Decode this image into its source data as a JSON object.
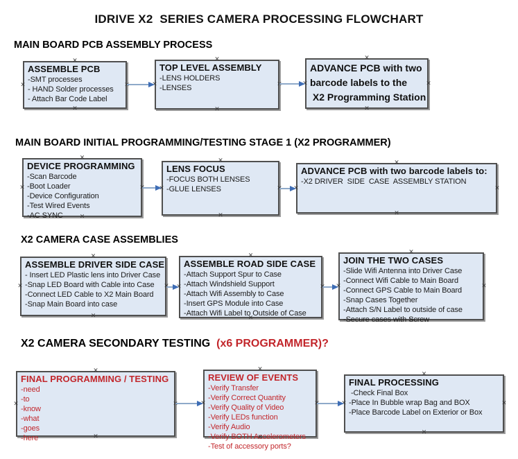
{
  "title": "IDRIVE X2  SERIES CAMERA PROCESSING FLOWCHART",
  "colors": {
    "box_fill": "#dfe8f4",
    "box_border": "#4f4f4f",
    "box_shadow": "#9b9b9b",
    "connector_line": "#8ea9c9",
    "connector_arrow": "#3e6db5",
    "red": "#c2262b"
  },
  "sections": [
    {
      "heading": [
        {
          "text": "MAIN BOARD PCB ASSEMBLY PROCESS",
          "red": false
        }
      ],
      "boxes": [
        {
          "title": "ASSEMBLE PCB",
          "items": [
            "-SMT processes",
            "- HAND Solder processes",
            "- Attach Bar Code Label"
          ],
          "red": false
        },
        {
          "title": "TOP LEVEL ASSEMBLY",
          "items": [
            "-LENS HOLDERS",
            "-LENSES"
          ],
          "red": false
        },
        {
          "title_lines": [
            "ADVANCE PCB with two",
            "barcode labels to the",
            " X2 Programming Station"
          ],
          "items": [],
          "red": false
        }
      ]
    },
    {
      "heading": [
        {
          "text": "MAIN BOARD INITIAL PROGRAMMING/TESTING STAGE 1 (X2 PROGRAMMER)",
          "red": false
        }
      ],
      "boxes": [
        {
          "title": "DEVICE PROGRAMMING",
          "items": [
            "-Scan Barcode",
            "-Boot Loader",
            "-Device Configuration",
            "-Test Wired Events",
            "-AC SYNC"
          ],
          "red": false
        },
        {
          "title": "LENS FOCUS",
          "items": [
            "-FOCUS BOTH LENSES",
            "-GLUE LENSES"
          ],
          "red": false
        },
        {
          "title": "ADVANCE PCB with two barcode labels to:",
          "items": [
            "-X2 DRIVER  SIDE  CASE  ASSEMBLY STATION"
          ],
          "red": false
        }
      ]
    },
    {
      "heading": [
        {
          "text": "X2 CAMERA CASE ASSEMBLIES",
          "red": false
        }
      ],
      "boxes": [
        {
          "title": "ASSEMBLE DRIVER SIDE CASE",
          "items": [
            "- Insert LED Plastic lens into Driver Case",
            "-Snap LED Board with Cable into Case",
            "-Connect LED Cable to X2 Main Board",
            "-Snap Main Board into case"
          ],
          "red": false
        },
        {
          "title": "ASSEMBLE ROAD SIDE CASE",
          "items": [
            "-Attach Support Spur to Case",
            "-Attach Windshield Support",
            "-Attach Wifi Assembly to Case",
            "-Insert GPS Module into Case",
            "-Attach Wifi Label to Outside of Case"
          ],
          "red": false
        },
        {
          "title": "JOIN THE TWO CASES",
          "items": [
            "-Slide Wifi Antenna into Driver Case",
            "-Connect Wifi Cable to Main Board",
            "-Connect GPS Cable to Main Board",
            "-Snap Cases Together",
            "-Attach S/N Label to outside of case",
            "-Secure cases with Screw"
          ],
          "red": false
        }
      ]
    },
    {
      "heading": [
        {
          "text": "X2 CAMERA SECONDARY TESTING  ",
          "red": false
        },
        {
          "text": "(x6 PROGRAMMER)?",
          "red": true
        }
      ],
      "boxes": [
        {
          "title": "FINAL PROGRAMMING / TESTING",
          "items": [
            "-need",
            "-to",
            "-know",
            "-what",
            "-goes",
            "-here"
          ],
          "red": true
        },
        {
          "title": "REVIEW OF EVENTS",
          "items": [
            "-Verify Transfer",
            "-Verify Correct Quantity",
            "-Verify Quality of Video",
            "-Verify LEDs function",
            "-Verify Audio",
            "-Verify BOTH Accelerometers",
            "-Test of accessory ports?"
          ],
          "red": true
        },
        {
          "title": "FINAL PROCESSING",
          "items": [
            " -Check Final Box",
            "-Place In Bubble wrap Bag and BOX",
            "-Place Barcode Label on Exterior or Box"
          ],
          "red": false
        }
      ]
    }
  ]
}
